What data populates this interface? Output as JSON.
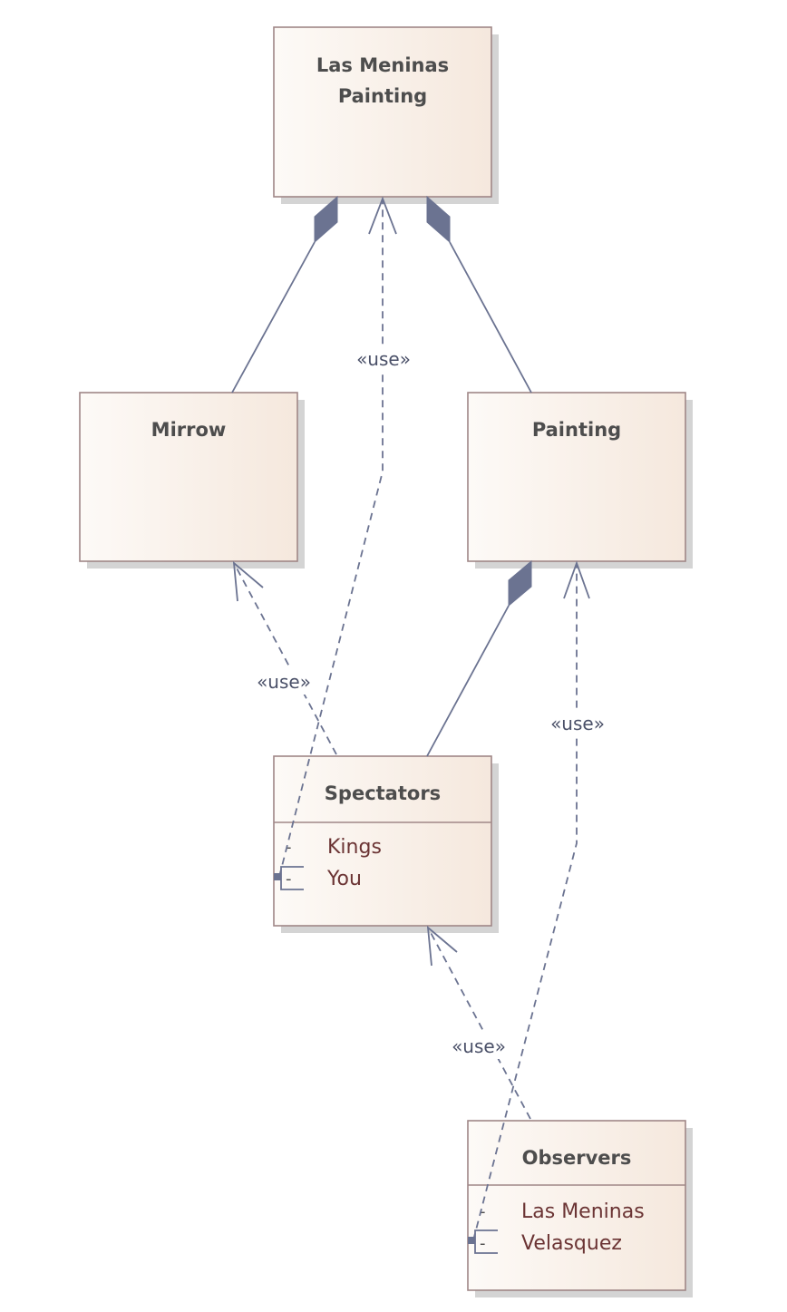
{
  "classes": {
    "las_meninas_painting": {
      "name_line1": "Las Meninas",
      "name_line2": "Painting"
    },
    "mirrow": {
      "name": "Mirrow"
    },
    "painting": {
      "name": "Painting"
    },
    "spectators": {
      "name": "Spectators",
      "attributes": [
        {
          "visibility": "-",
          "name": "Kings"
        },
        {
          "visibility": "-",
          "name": "You"
        }
      ]
    },
    "observers": {
      "name": "Observers",
      "attributes": [
        {
          "visibility": "-",
          "name": "Las Meninas"
        },
        {
          "visibility": "-",
          "name": "Velasquez"
        }
      ]
    }
  },
  "connectors": {
    "you_uses_las_meninas": "«use»",
    "spectators_uses_mirrow": "«use»",
    "velasquez_uses_painting": "«use»",
    "observers_uses_spectators": "«use»"
  },
  "colors": {
    "box_fill_light": "#fdfaf7",
    "box_fill_dark": "#f5e8dd",
    "box_border": "#a08787",
    "connector": "#6b7391"
  }
}
